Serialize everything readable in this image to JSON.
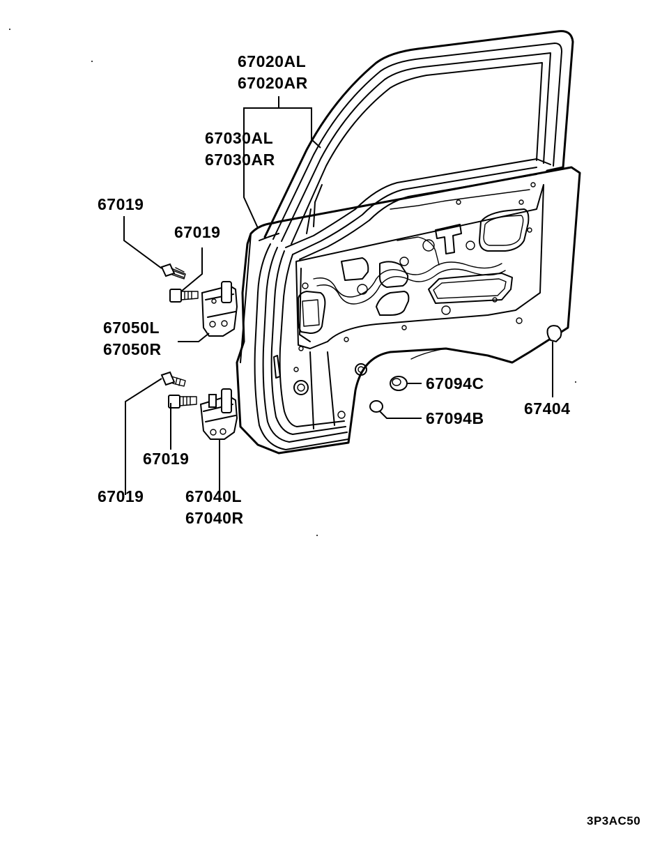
{
  "diagram": {
    "labels": {
      "sash_seal_left": "67020AL",
      "sash_seal_right": "67020AR",
      "door_seal_left": "67030AL",
      "door_seal_right": "67030AR",
      "bolt_upper_a": "67019",
      "bolt_upper_b": "67019",
      "upper_hinge_left": "67050L",
      "upper_hinge_right": "67050R",
      "bolt_lower_a": "67019",
      "bolt_lower_b": "67019",
      "lower_hinge_left": "67040L",
      "lower_hinge_right": "67040R",
      "plug_c": "67094C",
      "plug_b": "67094B",
      "bumper": "67404"
    },
    "drawing_code": "3P3AC50"
  }
}
